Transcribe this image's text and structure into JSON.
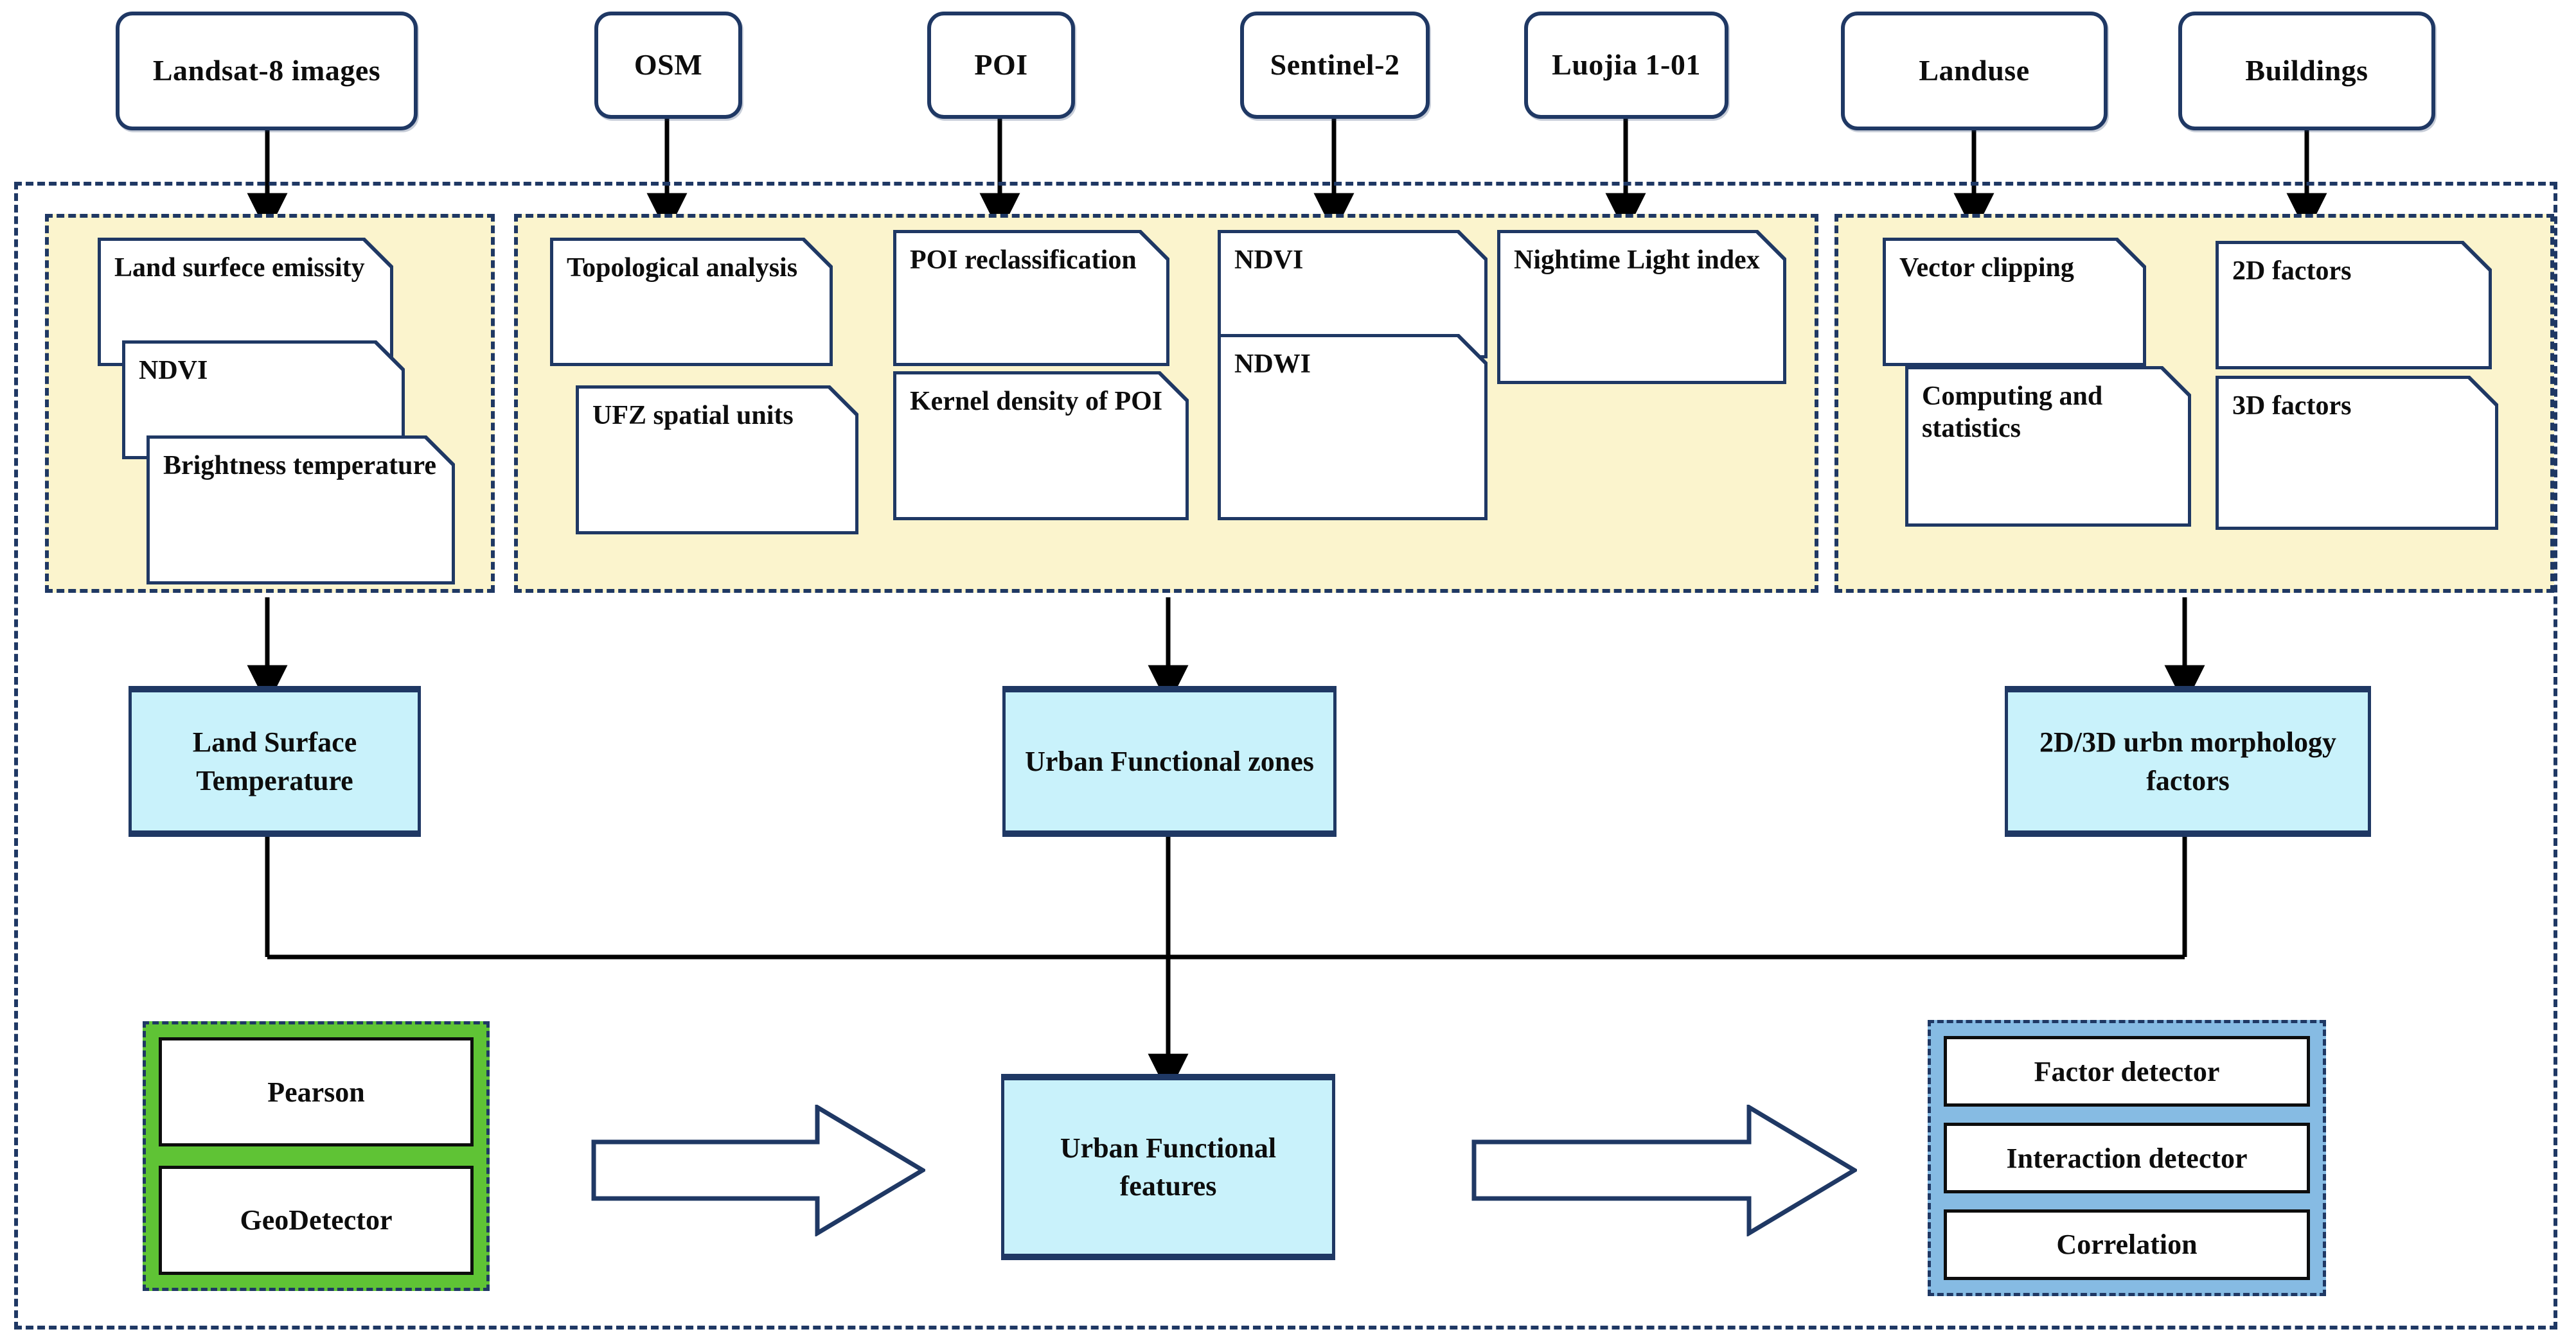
{
  "diagram": {
    "title": "Urban functional zone and land surface temperature workflow",
    "colors": {
      "outline": "#1f3864",
      "yellow_panel": "#fbf4cd",
      "cyan_box": "#c9f2fb",
      "green_panel": "#5fc335",
      "blue_panel": "#86bbe3",
      "card_fill": "#ffffff"
    }
  },
  "sources": [
    {
      "label": "Landsat-8 images"
    },
    {
      "label": "OSM"
    },
    {
      "label": "POI"
    },
    {
      "label": "Sentinel-2"
    },
    {
      "label": "Luojia 1-01"
    },
    {
      "label": "Landuse"
    },
    {
      "label": "Buildings"
    }
  ],
  "processing_groups": [
    {
      "name": "landsat-processing",
      "cards": [
        {
          "label": "Land surfece emissity"
        },
        {
          "label": "NDVI"
        },
        {
          "label": "Brightness temperature"
        }
      ]
    },
    {
      "name": "ufz-processing",
      "cards": [
        {
          "label": "Topological analysis"
        },
        {
          "label": "UFZ spatial units"
        },
        {
          "label": "POI reclassification"
        },
        {
          "label": "Kernel density of POI"
        },
        {
          "label": "NDVI"
        },
        {
          "label": "NDWI"
        },
        {
          "label": "Nightime Light index"
        }
      ]
    },
    {
      "name": "morphology-processing",
      "cards": [
        {
          "label": "Vector clipping"
        },
        {
          "label": "Computing and statistics"
        },
        {
          "label": "2D factors"
        },
        {
          "label": "3D factors"
        }
      ]
    }
  ],
  "results": [
    {
      "name": "land-surface-temperature",
      "label": "Land Surface Temperature"
    },
    {
      "name": "urban-functional-zones",
      "label": "Urban Functional zones"
    },
    {
      "name": "urban-morphology-factors",
      "label": "2D/3D urbn morphology factors"
    }
  ],
  "analysis": {
    "methods_panel": {
      "name": "statistical-methods",
      "items": [
        {
          "label": "Pearson"
        },
        {
          "label": "GeoDetector"
        }
      ]
    },
    "center_box": {
      "label": "Urban Functional features"
    },
    "detectors_panel": {
      "name": "geodetector-outputs",
      "items": [
        {
          "label": "Factor detector"
        },
        {
          "label": "Interaction detector"
        },
        {
          "label": "Correlation"
        }
      ]
    }
  }
}
